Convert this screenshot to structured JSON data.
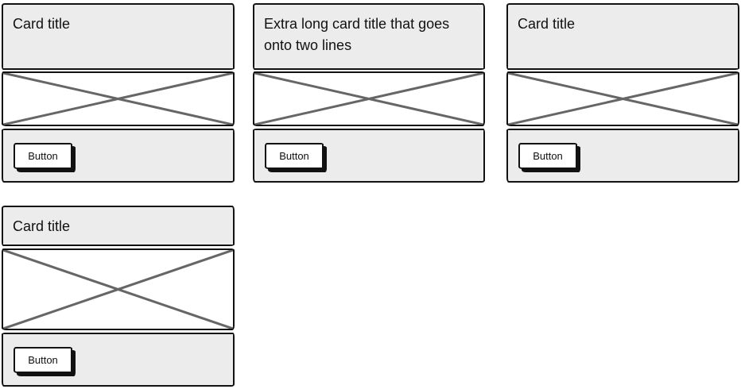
{
  "page": {
    "background": "#ffffff"
  },
  "colors": {
    "section_fill": "#ececec",
    "border": "#121212",
    "image_fill": "#ffffff",
    "image_cross": "#666666",
    "button_fill": "#ffffff",
    "text": "#111111"
  },
  "cards": [
    {
      "title": "Card title",
      "button_label": "Button",
      "image": "crossed-box-image-placeholder"
    },
    {
      "title": "Extra long card title that goes onto two lines",
      "button_label": "Button",
      "image": "crossed-box-image-placeholder"
    },
    {
      "title": "Card title",
      "button_label": "Button",
      "image": "crossed-box-image-placeholder"
    },
    {
      "title": "Card title",
      "button_label": "Button",
      "image": "crossed-box-image-placeholder"
    }
  ]
}
